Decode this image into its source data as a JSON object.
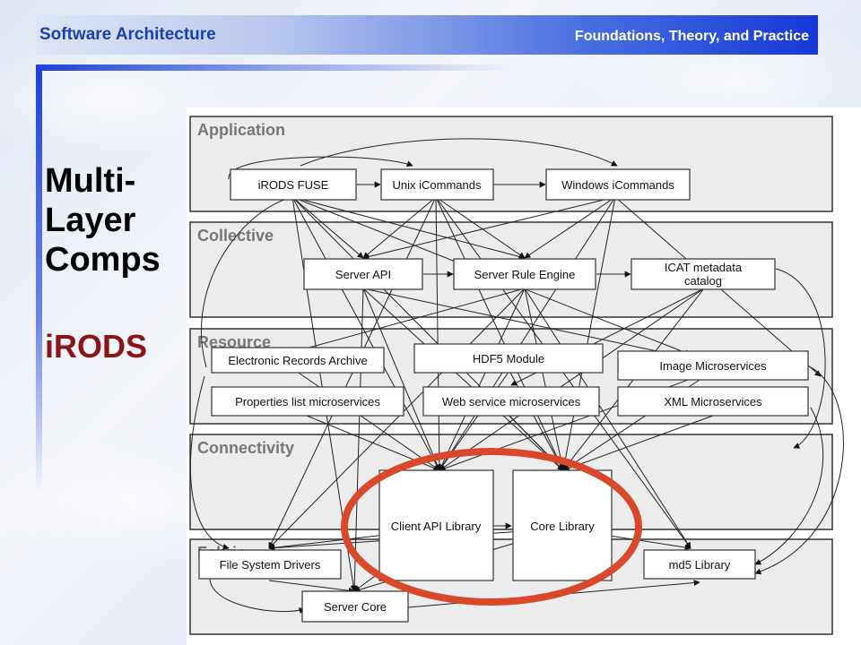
{
  "header": {
    "left": "Software Architecture",
    "right": "Foundations, Theory, and Practice"
  },
  "slide": {
    "title_lines": [
      "Multi-",
      "Layer",
      "Comps"
    ],
    "subtitle": "iRODS"
  },
  "diagram": {
    "layers": [
      {
        "id": "application",
        "title": "Application"
      },
      {
        "id": "collective",
        "title": "Collective"
      },
      {
        "id": "resource",
        "title": "Resource"
      },
      {
        "id": "connectivity",
        "title": "Connectivity"
      },
      {
        "id": "fabric",
        "title": "Fabric"
      }
    ],
    "components": [
      {
        "id": "fuse",
        "label": "iRODS FUSE"
      },
      {
        "id": "unix",
        "label": "Unix iCommands"
      },
      {
        "id": "win",
        "label": "Windows iCommands"
      },
      {
        "id": "serverapi",
        "label": "Server API"
      },
      {
        "id": "ruleengine",
        "label": "Server Rule Engine"
      },
      {
        "id": "icat",
        "label": [
          "ICAT metadata",
          "catalog"
        ]
      },
      {
        "id": "era",
        "label": "Electronic Records Archive"
      },
      {
        "id": "hdf5",
        "label": "HDF5 Module"
      },
      {
        "id": "image",
        "label": "Image Microservices"
      },
      {
        "id": "props",
        "label": "Properties list microservices"
      },
      {
        "id": "websvc",
        "label": "Web service microservices"
      },
      {
        "id": "xml",
        "label": "XML Microservices"
      },
      {
        "id": "clientapi",
        "label": "Client API Library"
      },
      {
        "id": "core",
        "label": "Core Library"
      },
      {
        "id": "fsd",
        "label": "File System Drivers"
      },
      {
        "id": "md5",
        "label": "md5 Library"
      },
      {
        "id": "servercore",
        "label": "Server Core"
      }
    ],
    "highlight_color": "#d9482a"
  }
}
